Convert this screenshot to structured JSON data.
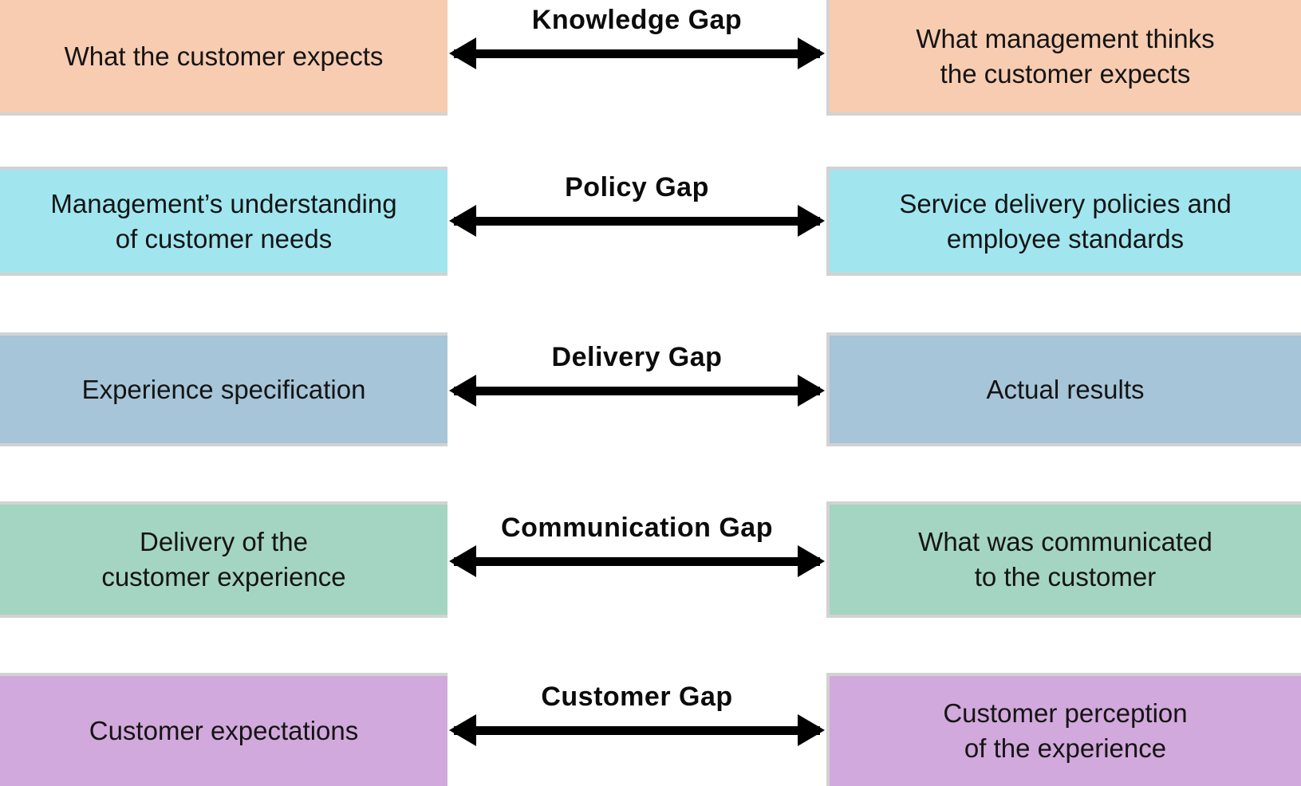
{
  "colors": {
    "background": "#ffffff",
    "text": "#141414",
    "arrow": "#000000",
    "box_border": "#d2d2d2"
  },
  "rows": [
    {
      "left": "What the customer expects",
      "gap_label": "Knowledge Gap",
      "right": "What management thinks\nthe customer expects",
      "color": "#f7ccb1"
    },
    {
      "left": "Management’s understanding\nof customer needs",
      "gap_label": "Policy Gap",
      "right": "Service delivery policies and\nemployee standards",
      "color": "#a1e6ef"
    },
    {
      "left": "Experience specification",
      "gap_label": "Delivery Gap",
      "right": "Actual results",
      "color": "#a6c5d8"
    },
    {
      "left": "Delivery of the\ncustomer experience",
      "gap_label": "Communication Gap",
      "right": "What was communicated\nto the customer",
      "color": "#a4d5c2"
    },
    {
      "left": "Customer expectations",
      "gap_label": "Customer Gap",
      "right": "Customer perception\nof the experience",
      "color": "#d2a9dc"
    }
  ]
}
